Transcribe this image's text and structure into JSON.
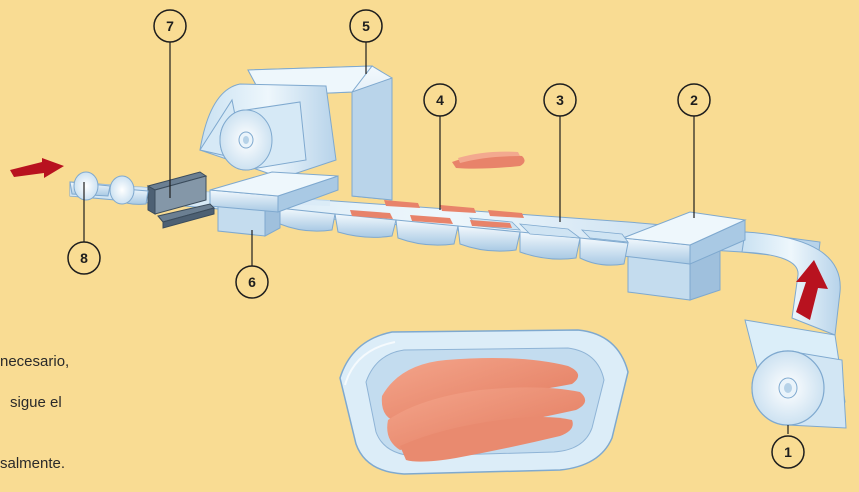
{
  "callouts": [
    "1",
    "2",
    "3",
    "4",
    "5",
    "6",
    "7",
    "8"
  ],
  "caption_fragments": [
    "necesario,",
    "sigue el",
    "salmente."
  ],
  "colors": {
    "background": "#f9dc93",
    "machine_face": "#d9ecf6",
    "machine_edge": "#7fa9cf",
    "product": "#e8836a",
    "arrow": "#b8121f"
  }
}
